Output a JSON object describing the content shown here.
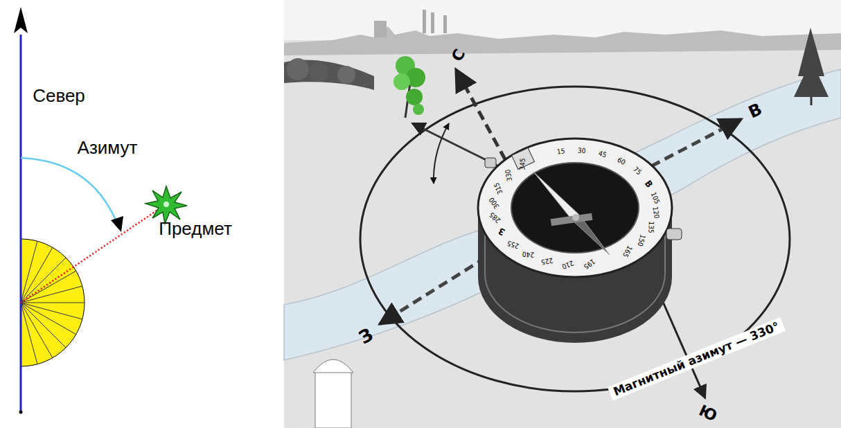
{
  "diagram": {
    "labels": [
      "Север",
      "Азимут",
      "Предмет",
      "С",
      "В",
      "З",
      "Ю",
      "Магнитный азимут — 330°",
      "15",
      "30",
      "45",
      "60",
      "75",
      "В",
      "105",
      "120",
      "135",
      "150",
      "165",
      "195",
      "210",
      "225",
      "240",
      "255",
      "З",
      "285",
      "300",
      "315",
      "330",
      "345"
    ]
  }
}
